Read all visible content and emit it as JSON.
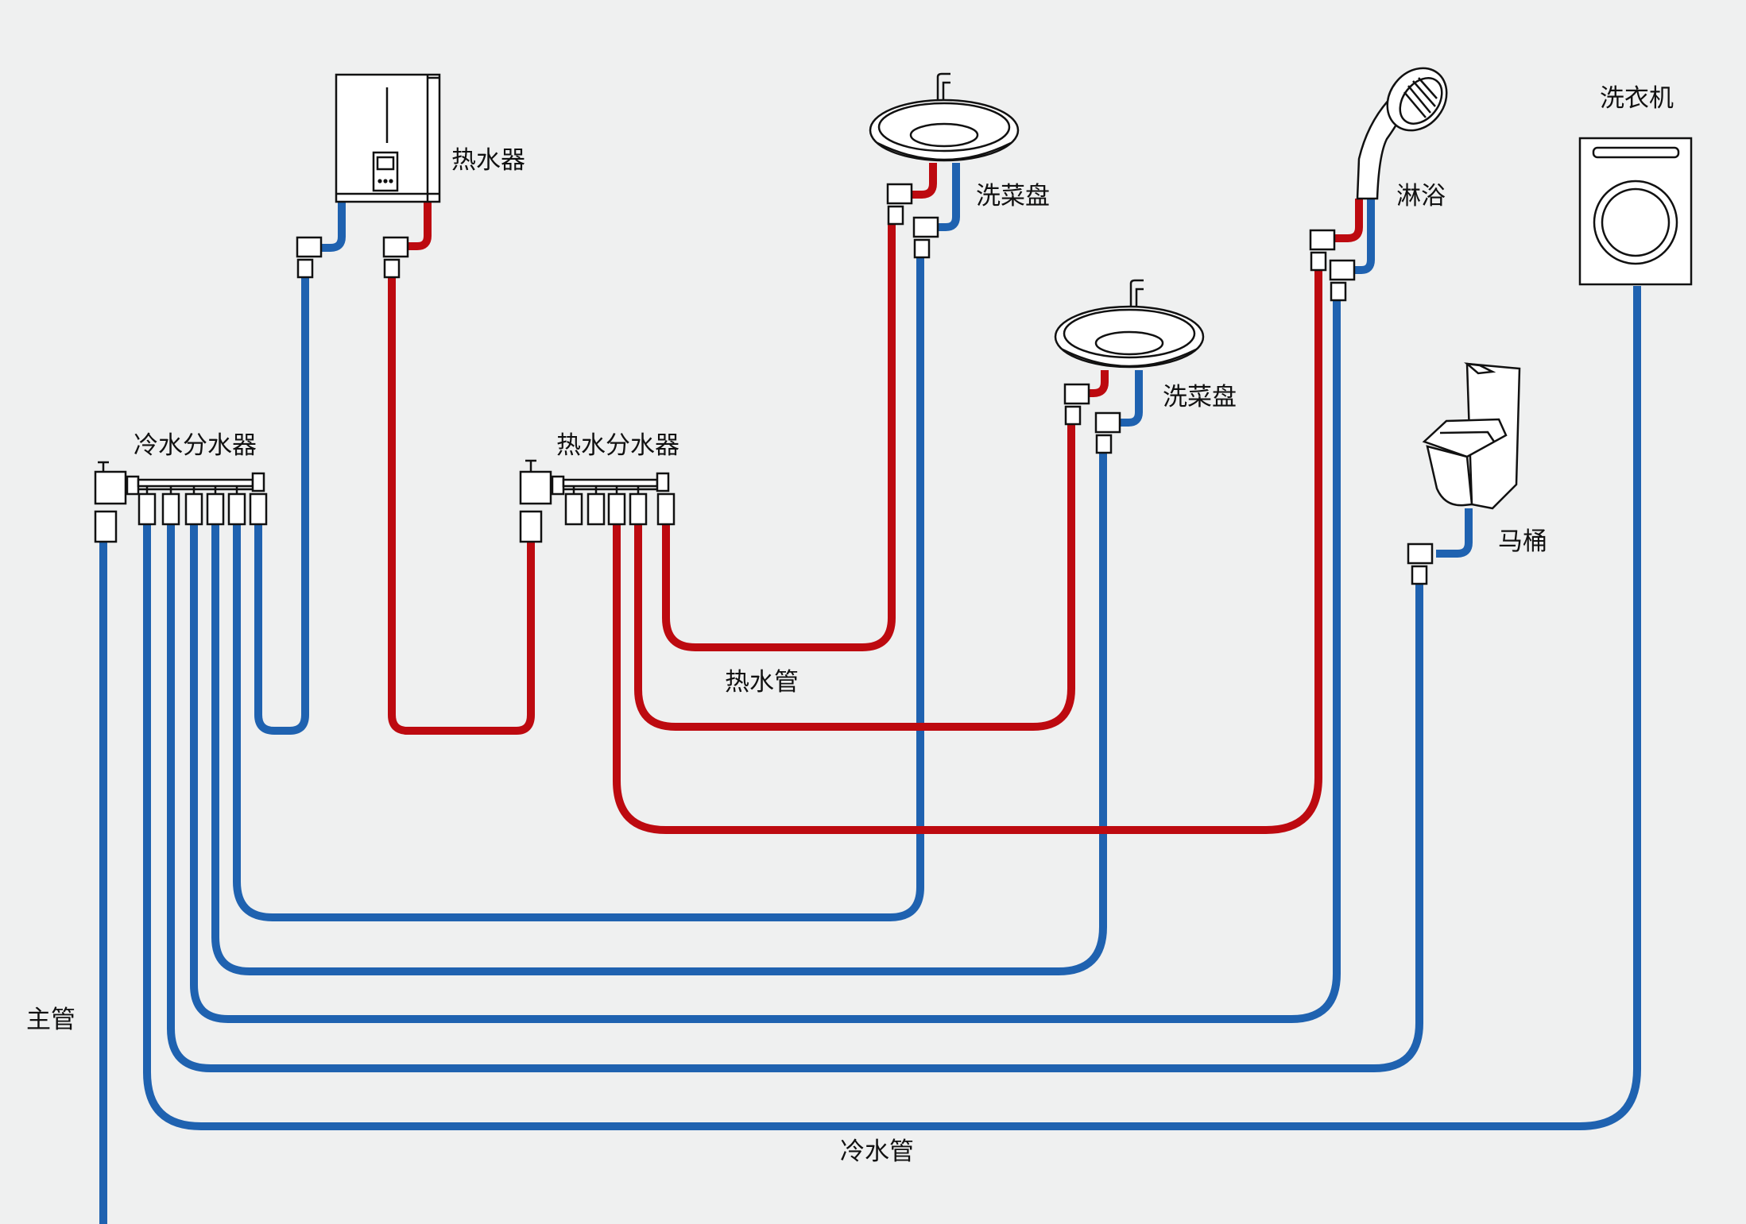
{
  "colors": {
    "background": "#eff0f0",
    "cold": "#1f62b0",
    "hot": "#bd0a10",
    "outline": "#111111"
  },
  "labels": {
    "water_heater": "热水器",
    "sink_1": "洗菜盘",
    "sink_2": "洗菜盘",
    "shower": "淋浴",
    "washing_machine": "洗衣机",
    "toilet": "马桶",
    "cold_manifold": "冷水分水器",
    "hot_manifold": "热水分水器",
    "hot_pipe": "热水管",
    "cold_pipe": "冷水管",
    "main_pipe": "主管"
  }
}
